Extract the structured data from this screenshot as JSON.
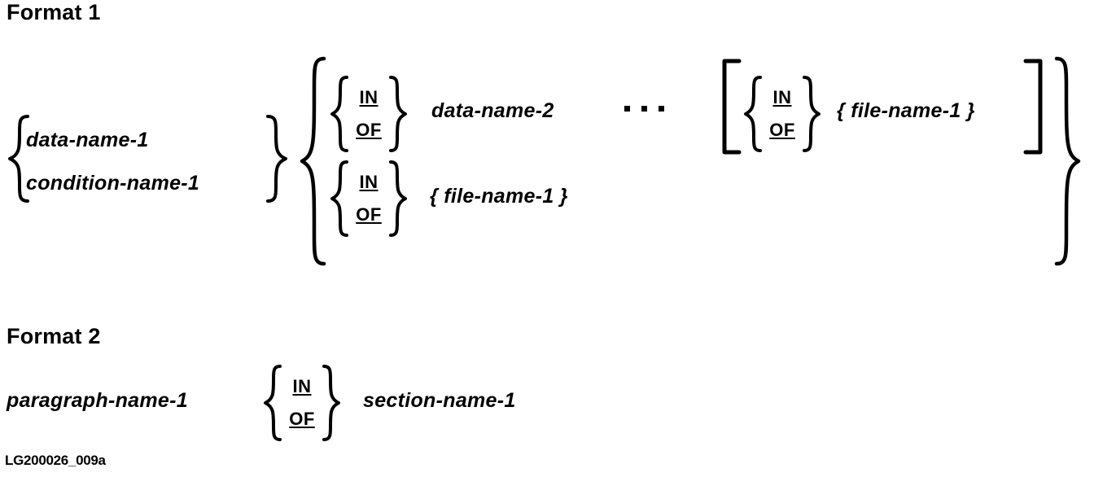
{
  "document": {
    "caption": "LG200026_009a"
  },
  "formats": [
    {
      "heading": "Format 1",
      "group_1": {
        "options": [
          "data-name-1",
          "condition-name-1"
        ]
      },
      "group_2": {
        "rows": [
          {
            "keywords": [
              "IN",
              "OF"
            ],
            "operand": "data-name-2",
            "ellipsis": "...",
            "optional": {
              "keywords": [
                "IN",
                "OF"
              ],
              "operand": "{ file-name-1 }"
            }
          },
          {
            "keywords": [
              "IN",
              "OF"
            ],
            "operand": "{ file-name-1 }"
          }
        ]
      }
    },
    {
      "heading": "Format 2",
      "line": {
        "operand_left": "paragraph-name-1",
        "keywords": [
          "IN",
          "OF"
        ],
        "operand_right": "section-name-1"
      }
    }
  ]
}
